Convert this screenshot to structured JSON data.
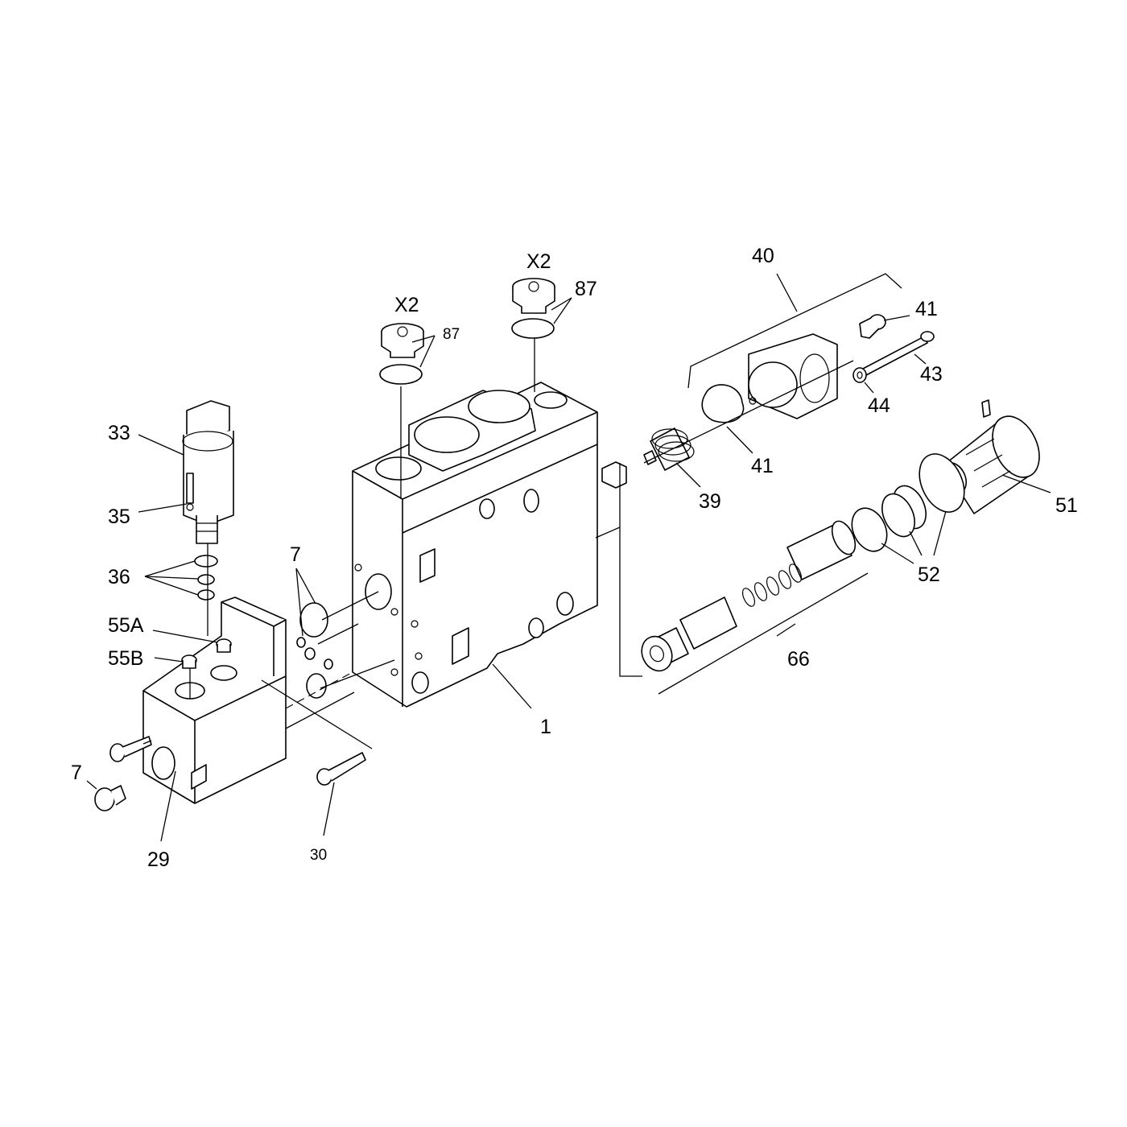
{
  "diagram": {
    "callouts": {
      "x2_left": "X2",
      "x2_right": "X2",
      "c87_left": "87",
      "c87_right": "87",
      "c40": "40",
      "c41_top": "41",
      "c43": "43",
      "c44": "44",
      "c41_bottom": "41",
      "c39": "39",
      "c51": "51",
      "c52": "52",
      "c66": "66",
      "c33": "33",
      "c35": "35",
      "c36": "36",
      "c55a": "55A",
      "c55b": "55B",
      "c7_top": "7",
      "c7_bottom": "7",
      "c1": "1",
      "c29": "29",
      "c30": "30"
    }
  }
}
